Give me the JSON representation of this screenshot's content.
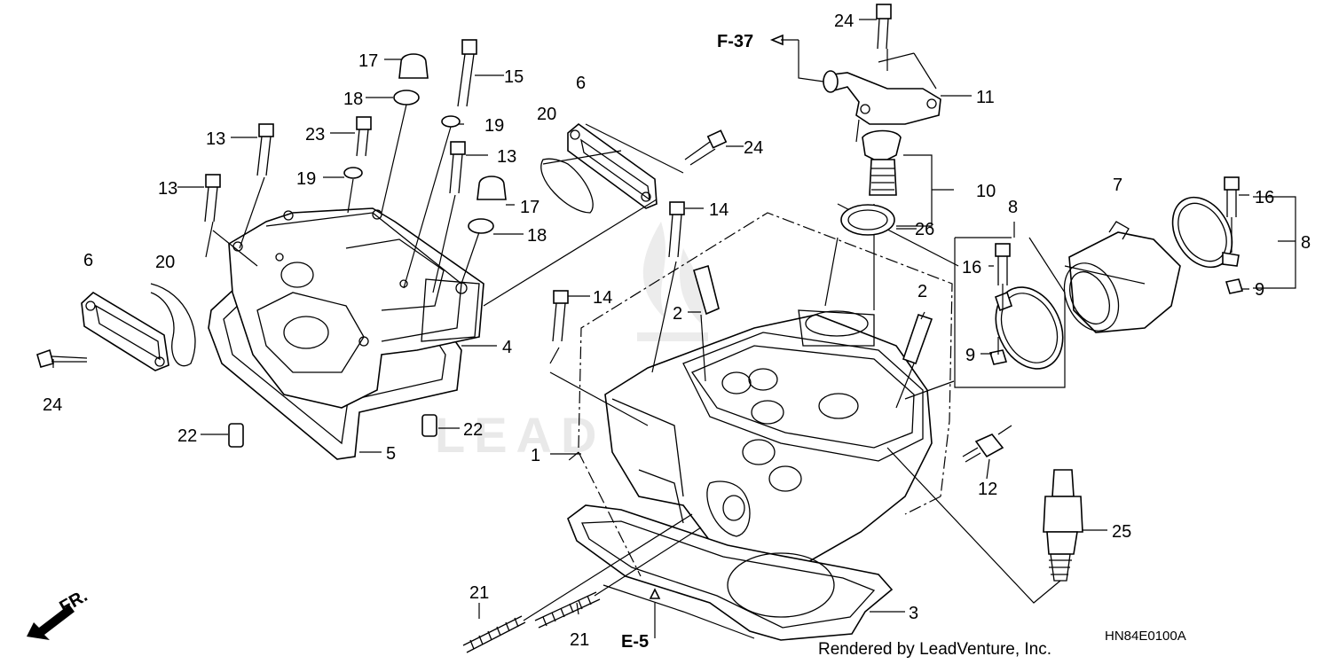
{
  "diagram": {
    "watermark": "LEADVENTURE",
    "references": {
      "top": "F-37",
      "bottom": "E-5",
      "front": "FR."
    },
    "drawing_code": "HN84E0100A",
    "credit": "Rendered by LeadVenture, Inc.",
    "callouts": [
      {
        "id": "c24a",
        "label": "24"
      },
      {
        "id": "c11",
        "label": "11"
      },
      {
        "id": "c17a",
        "label": "17"
      },
      {
        "id": "c15",
        "label": "15"
      },
      {
        "id": "c18a",
        "label": "18"
      },
      {
        "id": "c6a",
        "label": "6"
      },
      {
        "id": "c20a",
        "label": "20"
      },
      {
        "id": "c19a",
        "label": "19"
      },
      {
        "id": "c13a",
        "label": "13"
      },
      {
        "id": "c23",
        "label": "23"
      },
      {
        "id": "c24b",
        "label": "24"
      },
      {
        "id": "c13b",
        "label": "13"
      },
      {
        "id": "c10",
        "label": "10"
      },
      {
        "id": "c19b",
        "label": "19"
      },
      {
        "id": "c13c",
        "label": "13"
      },
      {
        "id": "c7",
        "label": "7"
      },
      {
        "id": "c16a",
        "label": "16"
      },
      {
        "id": "c17b",
        "label": "17"
      },
      {
        "id": "c14a",
        "label": "14"
      },
      {
        "id": "c8a",
        "label": "8"
      },
      {
        "id": "c26",
        "label": "26"
      },
      {
        "id": "c18b",
        "label": "18"
      },
      {
        "id": "c8b",
        "label": "8"
      },
      {
        "id": "c6b",
        "label": "6"
      },
      {
        "id": "c20b",
        "label": "20"
      },
      {
        "id": "c16b",
        "label": "16"
      },
      {
        "id": "c2a",
        "label": "2"
      },
      {
        "id": "c9a",
        "label": "9"
      },
      {
        "id": "c14b",
        "label": "14"
      },
      {
        "id": "c2b",
        "label": "2"
      },
      {
        "id": "c4",
        "label": "4"
      },
      {
        "id": "c9b",
        "label": "9"
      },
      {
        "id": "c24c",
        "label": "24"
      },
      {
        "id": "c22a",
        "label": "22"
      },
      {
        "id": "c22b",
        "label": "22"
      },
      {
        "id": "c5",
        "label": "5"
      },
      {
        "id": "c1",
        "label": "1"
      },
      {
        "id": "c12",
        "label": "12"
      },
      {
        "id": "c25",
        "label": "25"
      },
      {
        "id": "c21a",
        "label": "21"
      },
      {
        "id": "c3",
        "label": "3"
      },
      {
        "id": "c21b",
        "label": "21"
      }
    ]
  }
}
